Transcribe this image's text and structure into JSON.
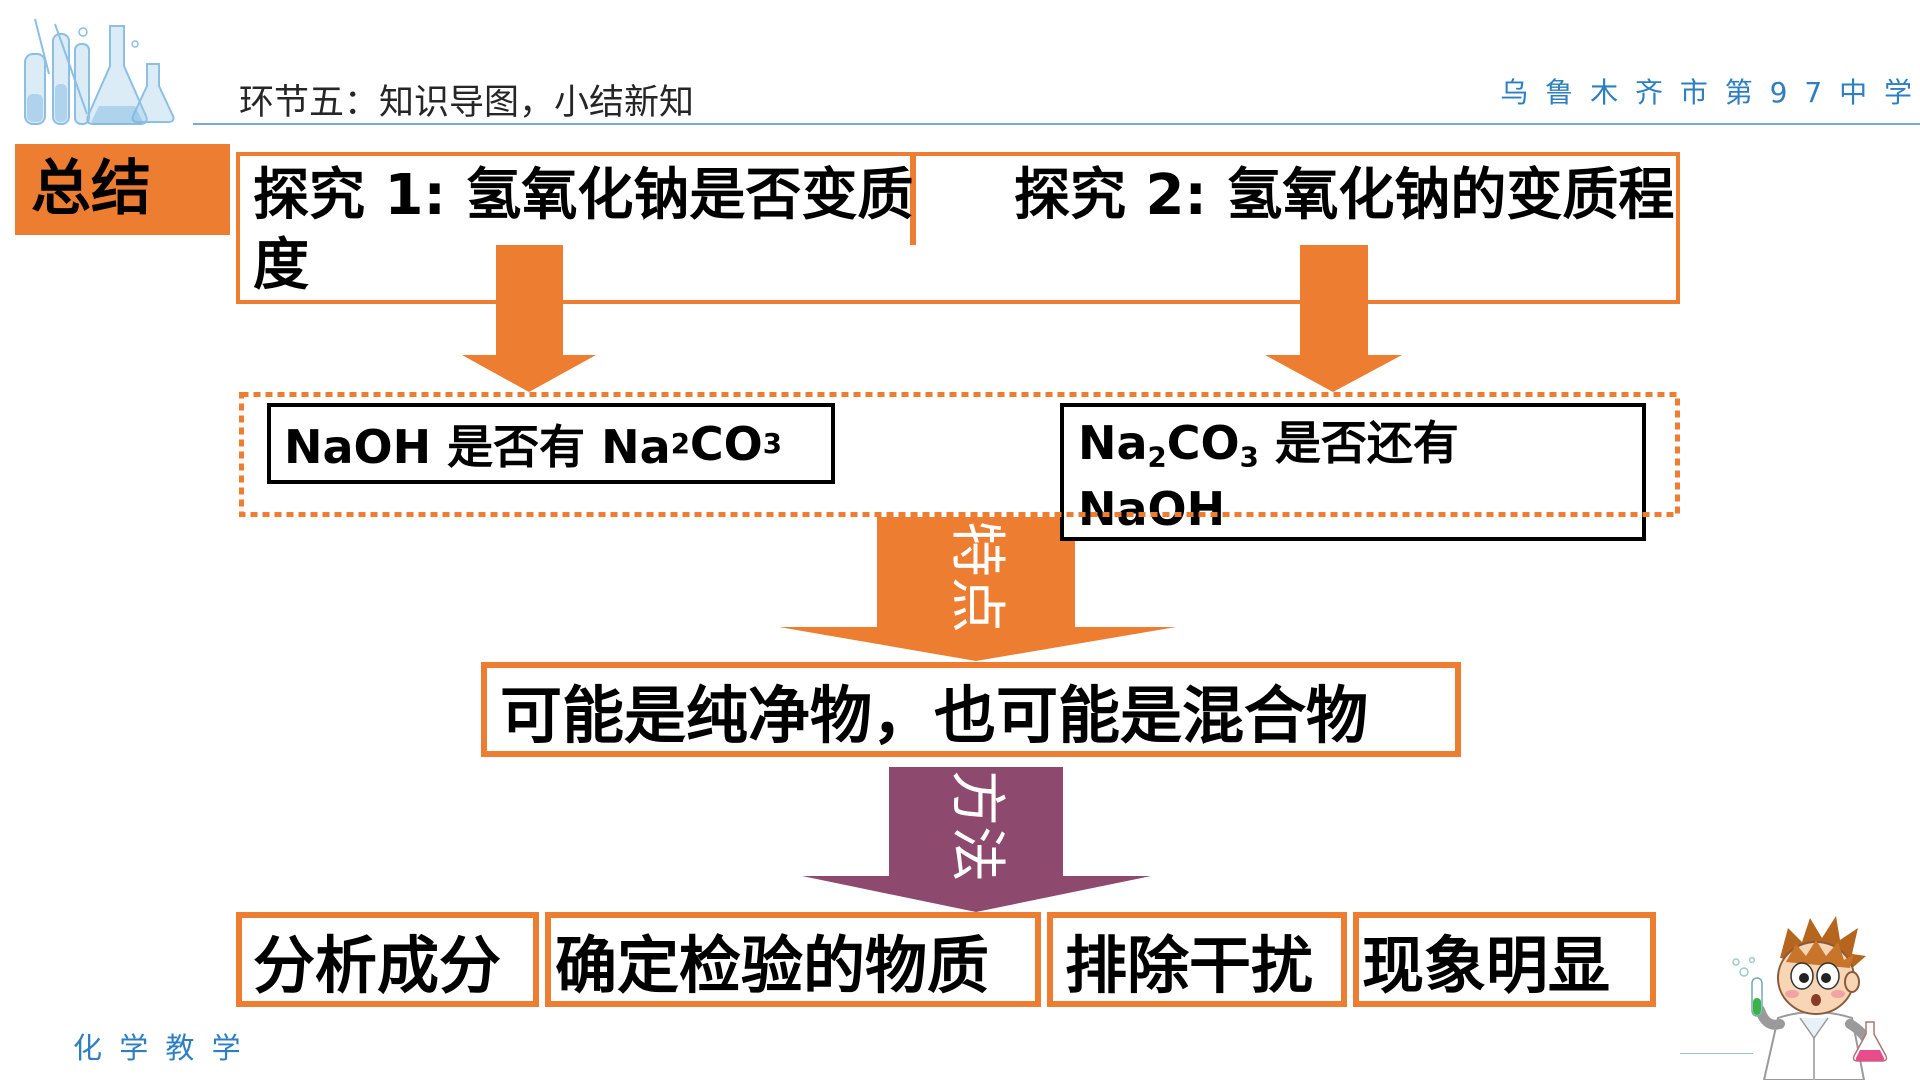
{
  "header": {
    "section_title": "环节五：知识导图，小结新知",
    "school": "乌 鲁 木 齐 市 第 9 7 中 学",
    "decoration_icon": "lab-glassware-icon"
  },
  "summary": {
    "label": "总结"
  },
  "inquiries": {
    "first": {
      "text": "探究 1: 氢氧化钠是否变质",
      "wrap": "度"
    },
    "second": {
      "text": "探究 2: 氢氧化钠的变质程"
    }
  },
  "questions": {
    "first": {
      "a": "NaOH 是否有 Na",
      "sub_a": "2",
      "b": "CO",
      "sub_b": "3"
    },
    "second": {
      "a": "Na",
      "sub_a": "2",
      "b": "CO",
      "sub_b": "3",
      "c": " 是否还有",
      "line2": "NaOH"
    }
  },
  "characteristic": {
    "label": "特点",
    "text": "可能是纯净物，也可能是混合物"
  },
  "method": {
    "label": "方法",
    "steps": [
      "分析成分",
      "确定检验的物质",
      "排除干扰",
      "现象明显"
    ]
  },
  "footer": {
    "subject": "化 学 教 学",
    "mascot_icon": "scientist-icon"
  },
  "colors": {
    "accent": "#ED7D31",
    "method": "#8E4A6E",
    "brand": "#2E7EC2",
    "ink": "#000000"
  }
}
